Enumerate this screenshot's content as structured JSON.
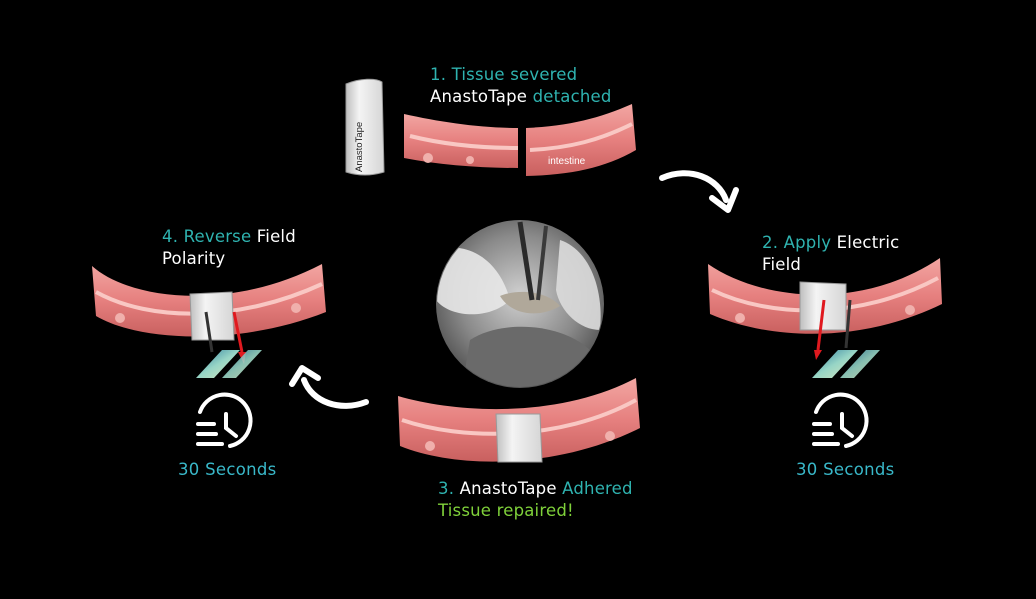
{
  "steps": {
    "s1": {
      "number": "1.",
      "line1": "Tissue severed",
      "line2a": "AnastoTape",
      "line2b": "detached"
    },
    "s2": {
      "number": "2.",
      "line1a": "Apply",
      "line1b": "Electric",
      "line2": "Field"
    },
    "s3": {
      "number": "3.",
      "line1a": "AnastoTape",
      "line1b": "Adhered",
      "line2": "Tissue repaired!"
    },
    "s4": {
      "number": "4.",
      "line1a": "Reverse",
      "line1b": "Field",
      "line2": "Polarity"
    }
  },
  "tape_label": "AnastoTape",
  "intestine_label": "intestine",
  "timer_left": "30 Seconds",
  "timer_right": "30 Seconds",
  "colors": {
    "background": "#000000",
    "accent_teal": "#2fb3b0",
    "accent_green": "#7fd13a",
    "timer_text": "#39b8c9",
    "intestine": "#e78a88",
    "probe_red": "#e0191f"
  },
  "icons": [
    "clock-icon",
    "arrow-icon",
    "electrode-pad-icon",
    "probe-icon"
  ]
}
